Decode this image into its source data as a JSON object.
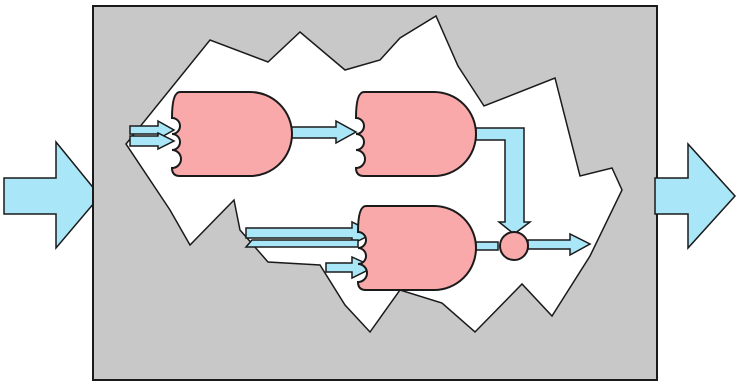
{
  "diagram": {
    "colors": {
      "background": "#ffffff",
      "box_fill": "#c8c8c8",
      "outline": "#1a1a1a",
      "arrow_fill": "#a9e6f7",
      "gate_fill": "#f9a9aa",
      "region_fill": "#ffffff"
    },
    "elements": {
      "input_arrow": "big-input-arrow",
      "output_arrow": "big-output-arrow",
      "gates": [
        "and-gate-1",
        "and-gate-2",
        "and-gate-3"
      ],
      "junction": "summing-junction"
    },
    "connections": [
      {
        "from": "input",
        "to": "and-gate-1",
        "lines": 2
      },
      {
        "from": "and-gate-1",
        "to": "and-gate-2",
        "lines": 1
      },
      {
        "from": "and-gate-2",
        "to": "summing-junction",
        "lines": 1
      },
      {
        "from": "input",
        "to": "and-gate-3",
        "lines": 2
      },
      {
        "from": "and-gate-3",
        "to": "summing-junction",
        "lines": 1
      },
      {
        "from": "summing-junction",
        "to": "output",
        "lines": 1
      }
    ]
  }
}
